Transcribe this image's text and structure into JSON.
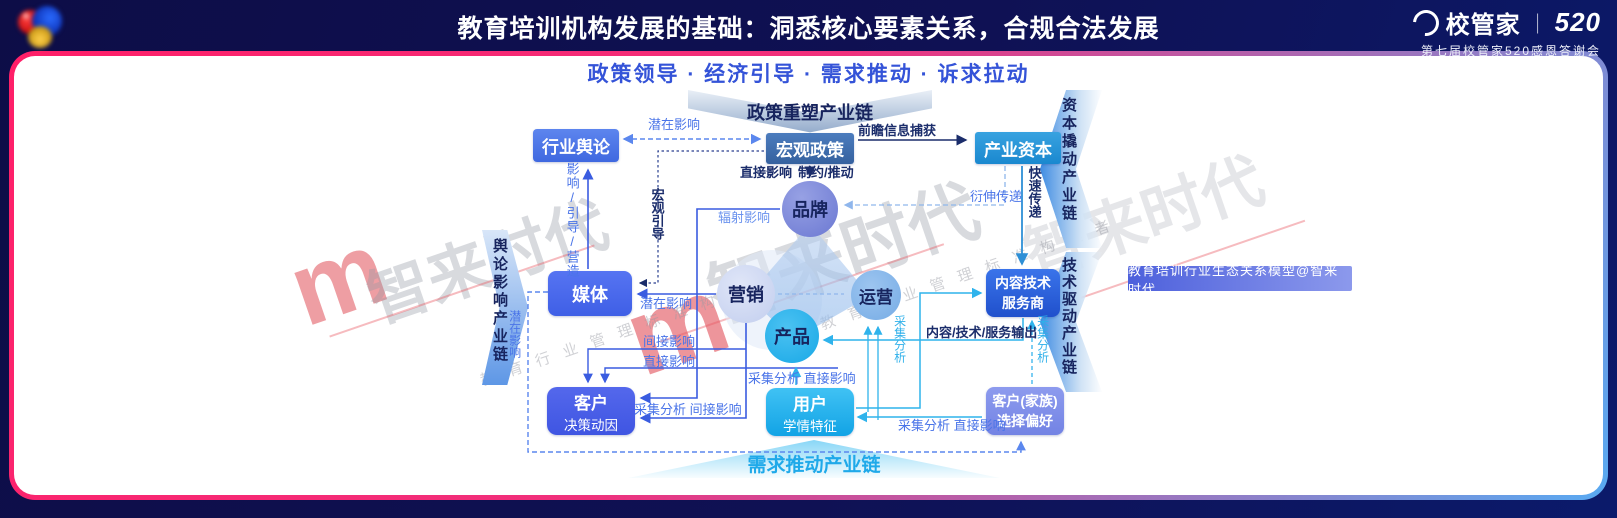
{
  "header": {
    "title": "教育培训机构发展的基础：洞悉核心要素关系，合规合法发展",
    "brand_name": "校管家",
    "brand_divider": "｜",
    "brand_520": "520",
    "brand_subtitle": "第七届校管家520感恩答谢会"
  },
  "slogan": "政策领导 · 经济引导 · 需求推动 · 诉求拉动",
  "chains": {
    "top": "政策重塑产业链",
    "left": "舆论影响产业链",
    "right_top": "资本撬动产业链",
    "right_bottom": "技术驱动产业链",
    "bottom": "需求推动产业链"
  },
  "model_caption": "教育培训行业生态关系模型@智来时代",
  "nodes": {
    "industry_opinion": "行业舆论",
    "macro_policy": "宏观政策",
    "industry_capital": "产业资本",
    "media": "媒体",
    "brand": "品牌",
    "marketing": "营销",
    "operation": "运营",
    "product": "产品",
    "content_tech": {
      "line1": "内容技术",
      "line2": "服务商"
    },
    "customer_decision": {
      "line1": "客户",
      "line2": "决策动因"
    },
    "user_profile": {
      "line1": "用户",
      "line2": "学情特征"
    },
    "family_customer": {
      "line1": "客户(家族)",
      "line2": "选择偏好"
    }
  },
  "edges": {
    "latent_top": "潜在影响",
    "foresight": "前瞻信息捕获",
    "direct_policy": "直接影响",
    "constrain_push": "制约/推动",
    "influence_guide": "影响/引导/营造",
    "macro_guide": "宏观引导",
    "radiate": "辐射影响",
    "latent_media": "潜在影响",
    "latent_left": "潜在影响",
    "indirect": "间接影响",
    "direct_mid": "直接影响",
    "collect_indirect": "采集分析 间接影响",
    "collect_direct_product": "采集分析 直接影响",
    "collect_direct_family": "采集分析 直接影响",
    "collect_left": "采集分析",
    "collect_right": "采集分析",
    "content_output": "内容/技术/服务输出",
    "fast_transfer": "快速传递",
    "extend_transfer": "衍伸传递"
  },
  "watermark": {
    "logo": "m",
    "text": "智来时代",
    "tagline": "教育行业管理标准构建者"
  },
  "colors": {
    "topbar_navy": "#0e1152",
    "frame_pink": "#ff1f68",
    "frame_blue": "#58aaf2",
    "slogan_blue": "#3453d8",
    "label_navy": "#1b2d6b",
    "label_blue": "#4a74e8",
    "label_cyan": "#2fb0ea",
    "node_blue": "#3f5fe6",
    "node_steel": "#35619f",
    "node_cyan": "#12a3e5",
    "node_periwinkle": "#7383e4"
  }
}
